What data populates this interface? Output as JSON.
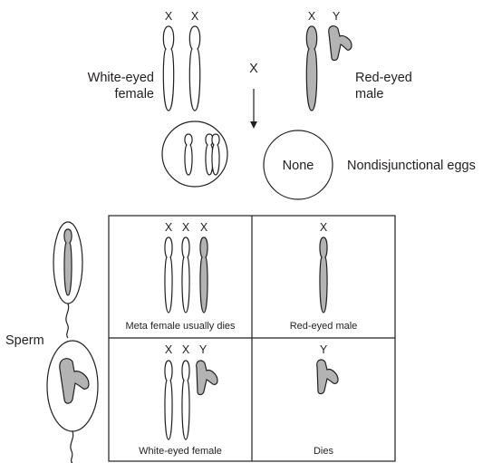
{
  "parents": {
    "female": {
      "chromosome_labels": [
        "X",
        "X"
      ],
      "label_line1": "White-eyed",
      "label_line2": "female",
      "colors": [
        "white",
        "white"
      ]
    },
    "cross_symbol": "X",
    "male": {
      "chromosome_labels": [
        "X",
        "Y"
      ],
      "label_line1": "Red-eyed",
      "label_line2": "male",
      "colors": [
        "gray",
        "gray"
      ]
    }
  },
  "eggs": {
    "egg1_contents": "two white X chromosomes",
    "egg2_label": "None",
    "caption": "Nondisjunctional eggs"
  },
  "sperm_label": "Sperm",
  "punnett": {
    "cells": [
      {
        "chromosome_labels": [
          "X",
          "X",
          "X"
        ],
        "caption": "Meta female usually dies"
      },
      {
        "chromosome_labels": [
          "X"
        ],
        "caption": "Red-eyed male"
      },
      {
        "chromosome_labels": [
          "X",
          "X",
          "Y"
        ],
        "caption": "White-eyed female"
      },
      {
        "chromosome_labels": [
          "Y"
        ],
        "caption": "Dies"
      }
    ]
  },
  "colors": {
    "outline": "#231f20",
    "red_eye_chromosome_fill": "#b3b3b3",
    "white_eye_chromosome_fill": "#ffffff"
  }
}
